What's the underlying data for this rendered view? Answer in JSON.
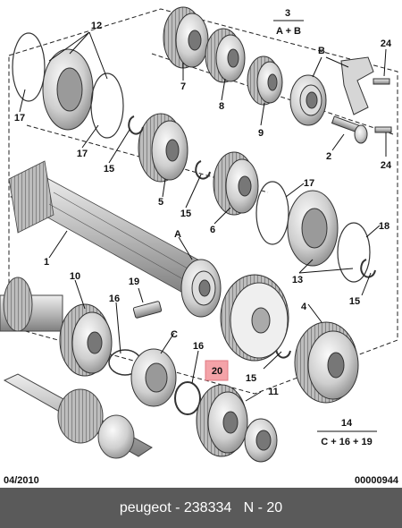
{
  "diagram": {
    "date_code": "04/2010",
    "ref_code": "00000944",
    "callouts": {
      "c1": "1",
      "c2": "2",
      "c3_top": "3",
      "c3_bot": "A + B",
      "c4": "4",
      "c5": "5",
      "c6": "6",
      "c7": "7",
      "c8": "8",
      "c9": "9",
      "c10": "10",
      "c11": "11",
      "c12": "12",
      "c13": "13",
      "c14_top": "14",
      "c14_bot": "C + 16 + 19",
      "c15a": "15",
      "c15b": "15",
      "c15c": "15",
      "c15d": "15",
      "c16a": "16",
      "c16b": "16",
      "c17a": "17",
      "c17b": "17",
      "c17c": "17",
      "c18": "18",
      "c19": "19",
      "c20": "20",
      "c24a": "24",
      "c24b": "24",
      "cA": "A",
      "cB": "B",
      "cC": "C"
    }
  },
  "footer": {
    "brand": "peugeot",
    "sep1": " - ",
    "part_number": "238334",
    "sep2": "   ",
    "position": "N - 20"
  },
  "colors": {
    "highlight": "#f4a3a8",
    "footer_bg": "#5a5a5a"
  }
}
